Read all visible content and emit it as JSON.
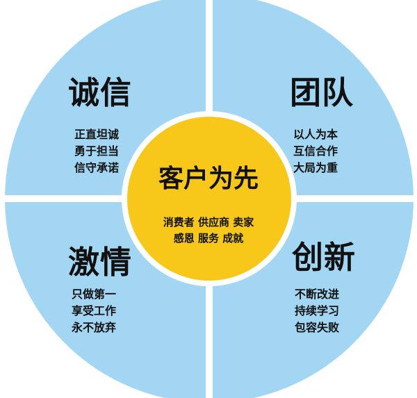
{
  "center": {
    "title": "客户为先",
    "lines": [
      "消费者 供应商 卖家",
      "感恩 服务 成就"
    ]
  },
  "quadrants": {
    "top_left": {
      "title": "诚信",
      "items": [
        "正直坦诚",
        "勇于担当",
        "信守承诺"
      ]
    },
    "top_right": {
      "title": "团队",
      "items": [
        "以人为本",
        "互信合作",
        "大局为重"
      ]
    },
    "bottom_left": {
      "title": "激情",
      "items": [
        "只做第一",
        "享受工作",
        "永不放弃"
      ]
    },
    "bottom_right": {
      "title": "创新",
      "items": [
        "不断改进",
        "持续学习",
        "包容失败"
      ]
    }
  },
  "colors": {
    "quadrant_fill": "#a3d6f3",
    "center_fill": "#f7c81a",
    "divider": "#ffffff",
    "text": "#111111"
  }
}
